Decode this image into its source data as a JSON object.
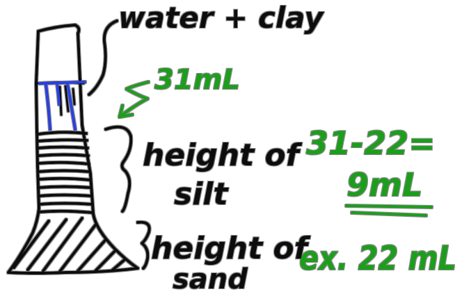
{
  "labels": {
    "water_clay": "water + clay",
    "reading_top": "31mL",
    "silt_line1": "height of",
    "silt_line2": "silt",
    "calc_line1": "31-22=",
    "calc_line2": "9mL",
    "sand_line1": "height of",
    "sand_line2": "sand",
    "sand_example": "ex. 22 mL"
  },
  "colors": {
    "ink": "#111111",
    "outline": "#7a7a7a",
    "annotation": "#1f9e1f",
    "water_lines": "#2b3fe0",
    "background": "#ffffff"
  }
}
